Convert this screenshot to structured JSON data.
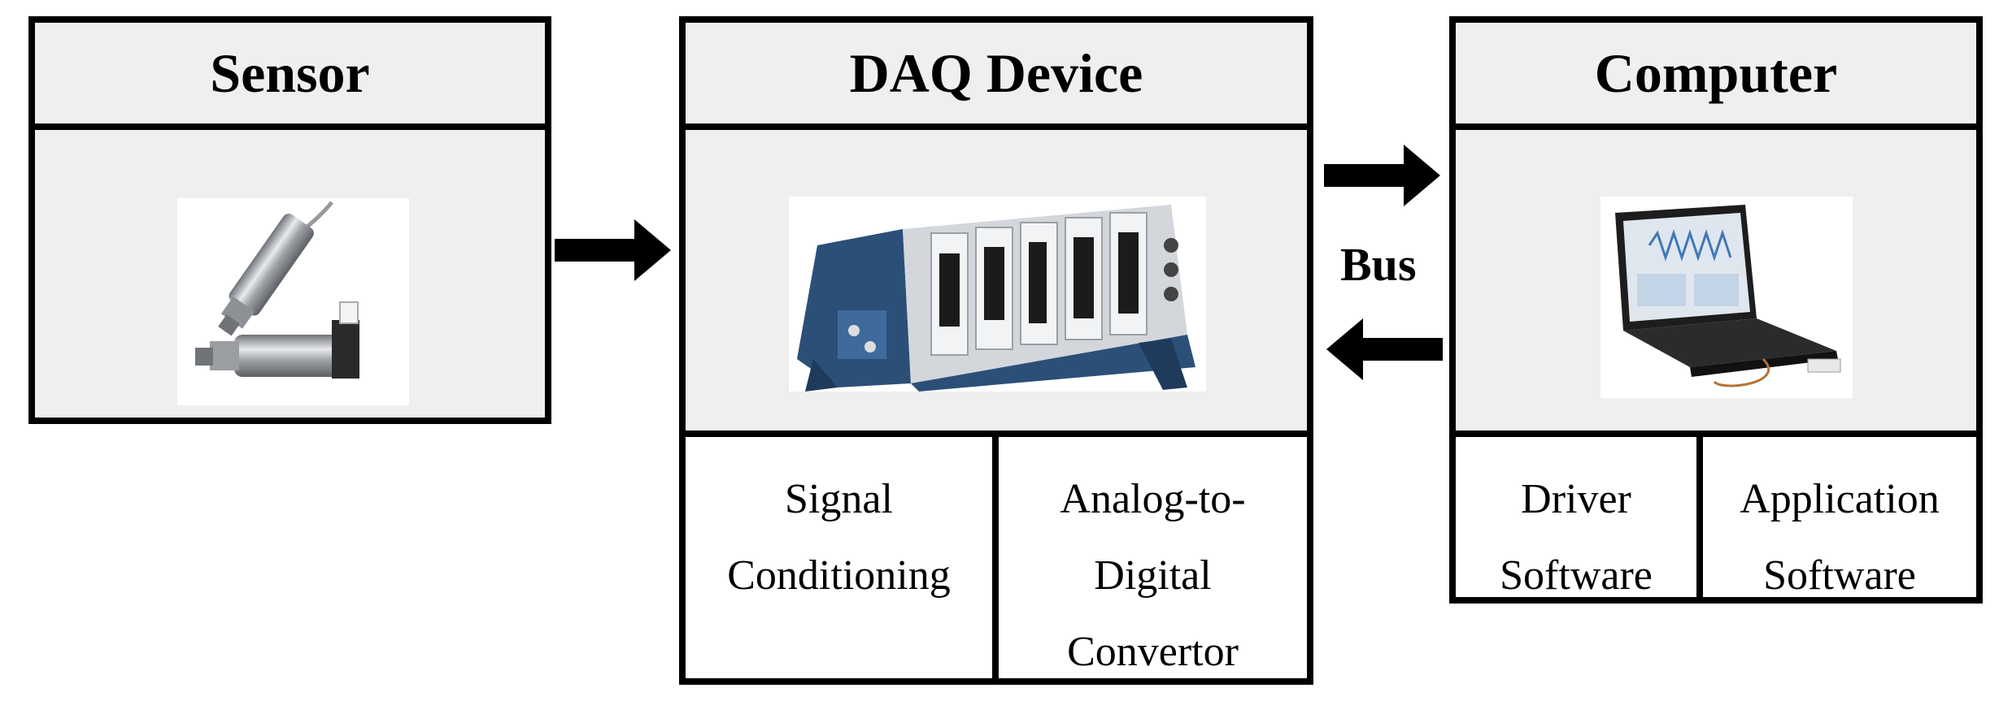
{
  "sensor": {
    "title": "Sensor"
  },
  "daq": {
    "title": "DAQ Device",
    "sub1": [
      "Signal",
      "Conditioning"
    ],
    "sub2": [
      "Analog-to-",
      "Digital",
      "Convertor"
    ]
  },
  "computer": {
    "title": "Computer",
    "sub1": [
      "Driver",
      "Software"
    ],
    "sub2": [
      "Application",
      "Software"
    ]
  },
  "bus_label": "Bus",
  "colors": {
    "border": "#000000",
    "panel": "#efefef",
    "metal": "#b9bcc0",
    "daq_blue": "#2c4f78"
  }
}
